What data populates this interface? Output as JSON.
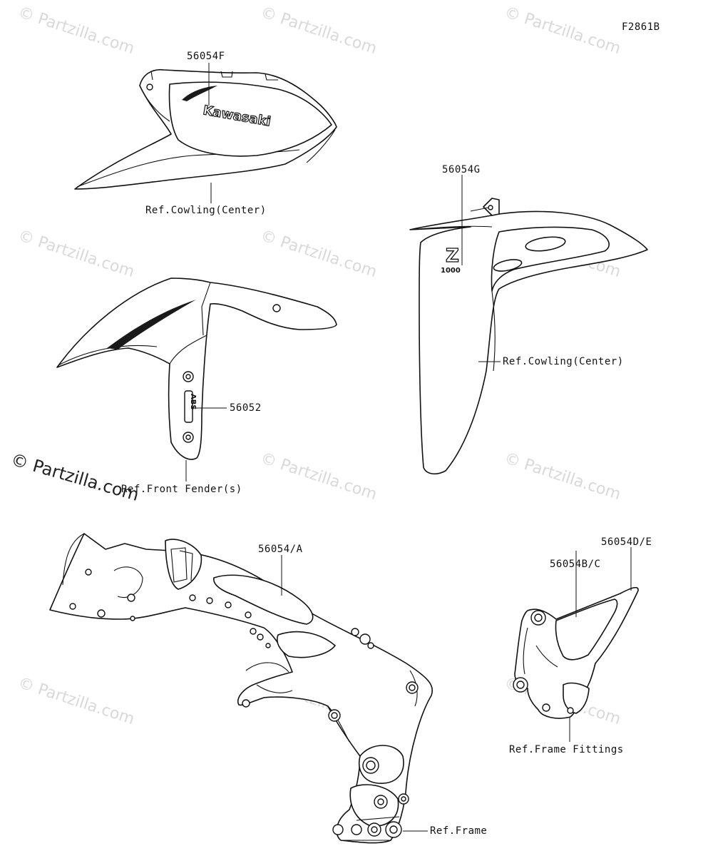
{
  "diagram": {
    "code": "F2861B",
    "watermark_text": "Partzilla.com",
    "copyright_symbol": "©",
    "logo_text": "Kawasaki",
    "fender_logo_text": "ABS",
    "z_logo_letter": "Z",
    "z_logo_number": "1000",
    "callouts": [
      "56054F",
      "Ref.Cowling(Center)",
      "56054G",
      "Ref.Cowling(Center)",
      "56052",
      "Ref.Front Fender(s)",
      "56054/A",
      "56054D/E",
      "56054B/C",
      "Ref.Frame Fittings",
      "Ref.Frame"
    ]
  },
  "colors": {
    "line": "#111111",
    "watermark": "#d9d9d9",
    "background": "#ffffff"
  }
}
